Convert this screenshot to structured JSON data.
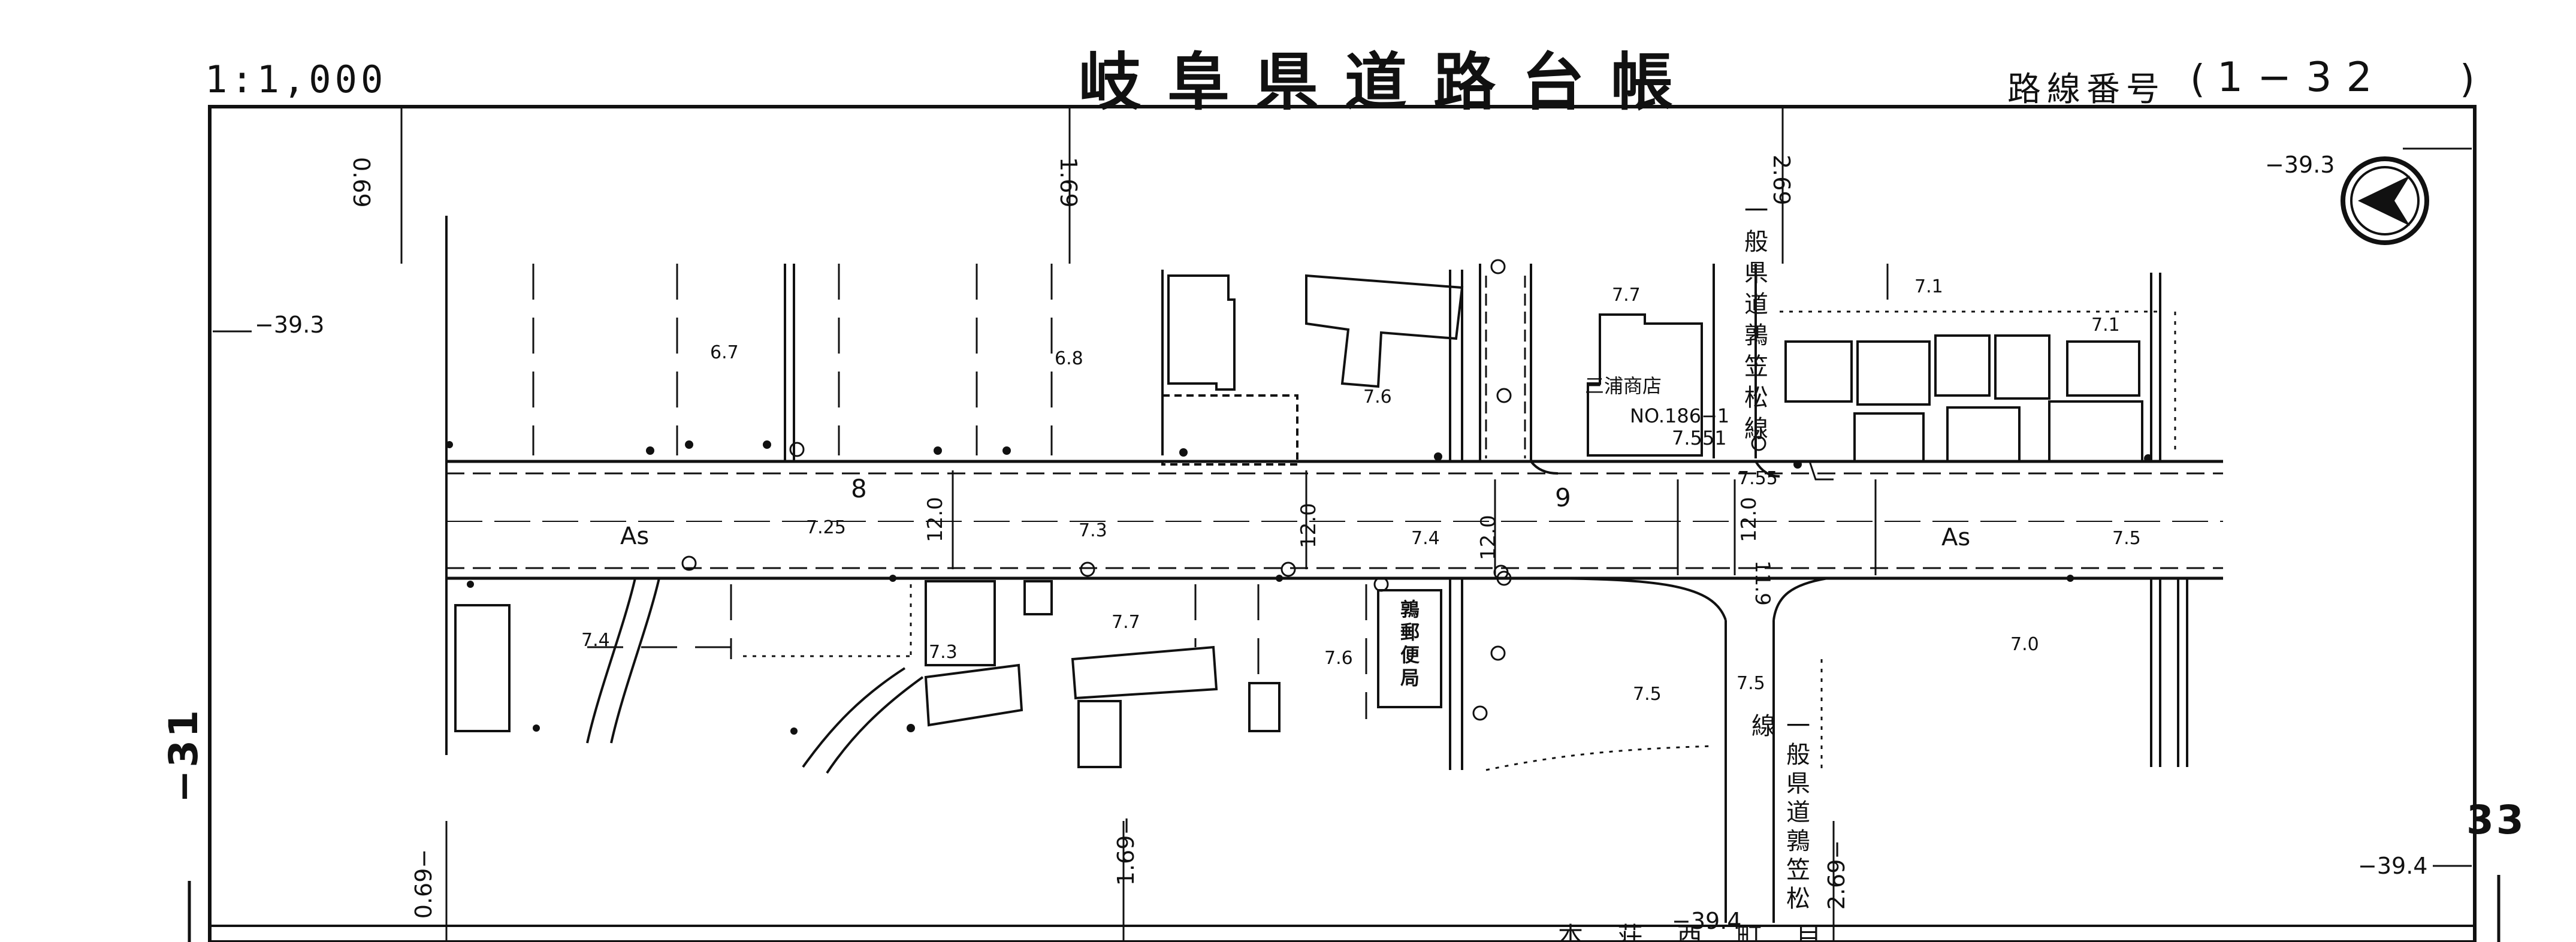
{
  "header": {
    "scale": "1:1,000",
    "title": "岐阜県道路台帳",
    "route_label": "路線番号",
    "route_paren_open": "(",
    "route_number": "1−32",
    "route_paren_close": ")"
  },
  "adjacent_sheets": {
    "left": "−31",
    "right": "33"
  },
  "grid_labels": {
    "x_top": [
      "0.69",
      "1.69",
      "2.69"
    ],
    "x_bottom": [
      "0.69−",
      "1.69−",
      "2.69−"
    ],
    "y_left": "−39.3",
    "y_right_top": "−39.3",
    "y_right_bottom": "−39.4",
    "y_bottom": "−39.4"
  },
  "road": {
    "surface_left": "As",
    "surface_right": "As",
    "station_a": "8",
    "station_b": "9",
    "widths": [
      "12.0",
      "12.0",
      "12.0",
      "12.0",
      "11.9"
    ]
  },
  "elevations": {
    "n1": "6.7",
    "n2": "6.8",
    "n3": "7.6",
    "n4": "7.7",
    "n5": "7.1",
    "n6": "7.1",
    "r1": "7.25",
    "r2": "7.3",
    "r3": "7.4",
    "r4": "7.55",
    "r5": "7.5",
    "s1": "7.4",
    "s2": "7.3",
    "s3": "7.7",
    "s4": "7.6",
    "s5": "7.5",
    "s6": "7.5",
    "s7": "7.0",
    "bm_value": "7.551"
  },
  "labels": {
    "shop": "三浦商店",
    "benchmark_no": "NO.186−1",
    "post_office": "鶉郵便局",
    "cross_road_north": "一般県道鶉笠松線",
    "cross_road_south": "一般県道鶉笠松線",
    "bottom_sheet_text": "本 荘 西 町 目"
  },
  "colors": {
    "ink": "#111111",
    "paper": "#ffffff"
  }
}
